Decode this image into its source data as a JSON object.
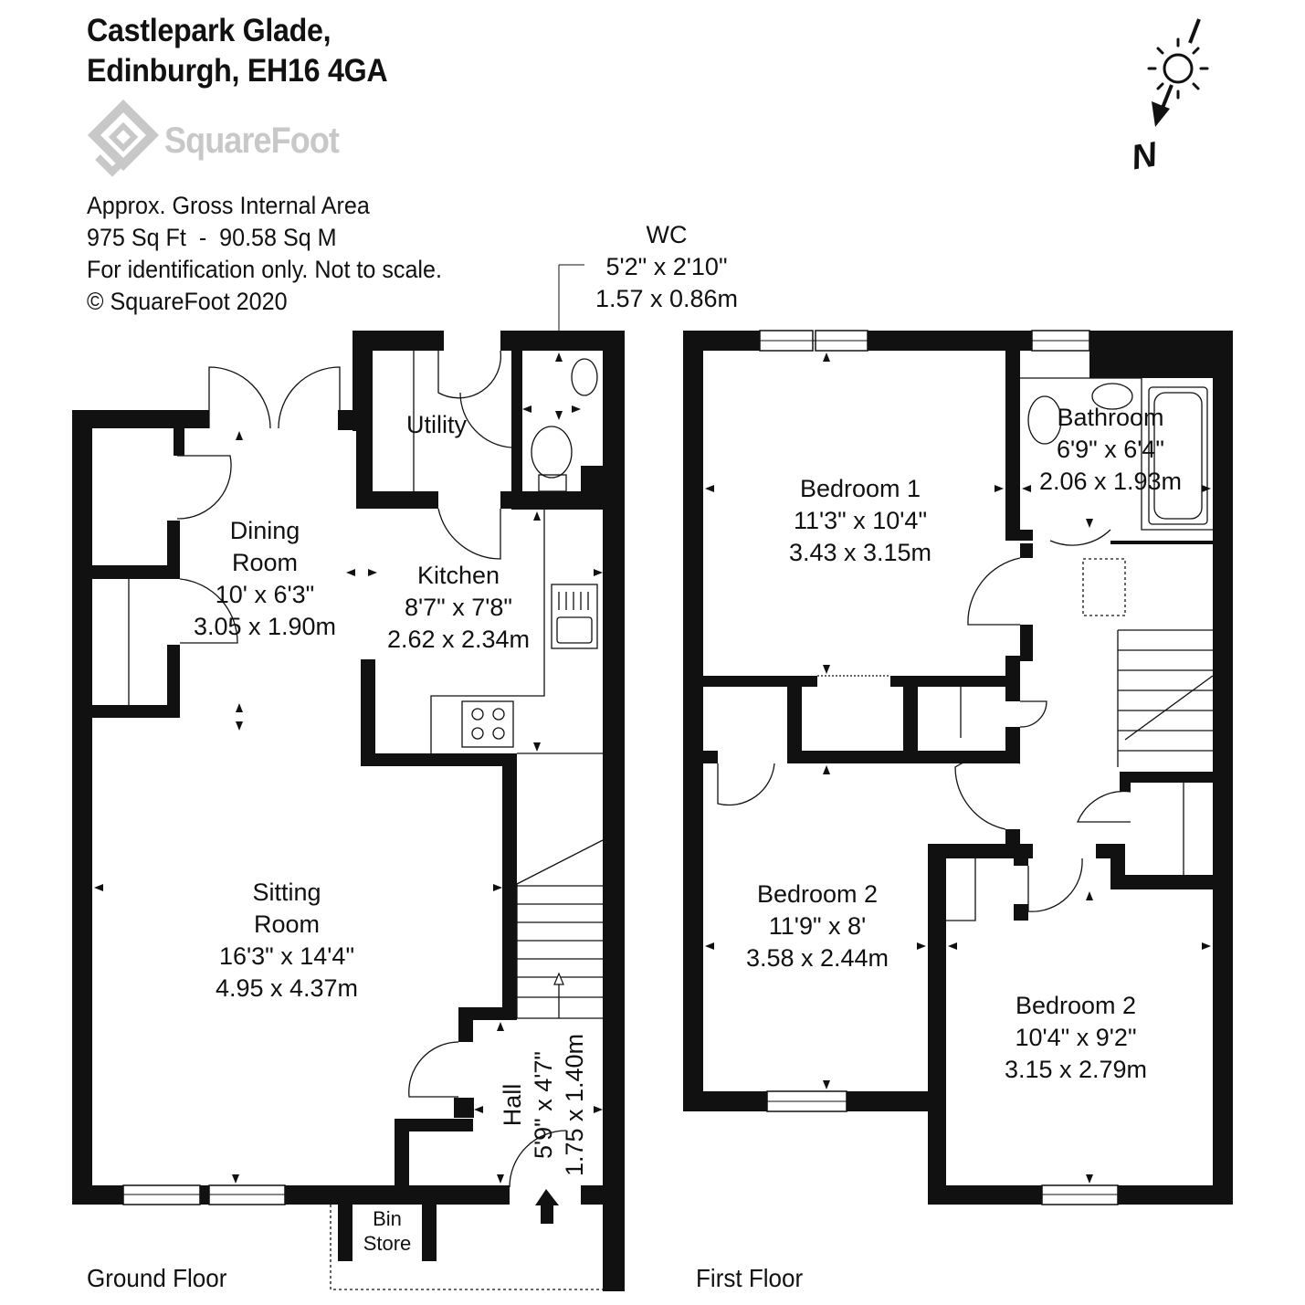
{
  "header": {
    "address_line1": "Castlepark Glade,",
    "address_line2": "Edinburgh, EH16 4GA"
  },
  "brand": {
    "logo_text": "SquareFoot"
  },
  "info": {
    "line1": "Approx. Gross Internal Area",
    "line2": "975 Sq Ft  -  90.58 Sq M",
    "line3": "For identification only. Not to scale.",
    "line4": "© SquareFoot 2020"
  },
  "compass": {
    "label": "N"
  },
  "rooms": {
    "wc": {
      "name": "WC",
      "imperial": "5'2\" x 2'10\"",
      "metric": "1.57 x 0.86m"
    },
    "utility": {
      "name": "Utility"
    },
    "dining": {
      "name1": "Dining",
      "name2": "Room",
      "imperial": "10' x 6'3\"",
      "metric": "3.05 x 1.90m"
    },
    "kitchen": {
      "name": "Kitchen",
      "imperial": "8'7\" x 7'8\"",
      "metric": "2.62 x 2.34m"
    },
    "sitting": {
      "name1": "Sitting",
      "name2": "Room",
      "imperial": "16'3\" x 14'4\"",
      "metric": "4.95 x 4.37m"
    },
    "hall": {
      "name": "Hall",
      "imperial": "5'9\" x 4'7\"",
      "metric": "1.75 x 1.40m"
    },
    "bin": {
      "name1": "Bin",
      "name2": "Store"
    },
    "bedroom1": {
      "name": "Bedroom 1",
      "imperial": "11'3\" x 10'4\"",
      "metric": "3.43 x 3.15m"
    },
    "bathroom": {
      "name": "Bathroom",
      "imperial": "6'9\" x 6'4\"",
      "metric": "2.06 x 1.93m"
    },
    "bedroom2a": {
      "name": "Bedroom 2",
      "imperial": "11'9\" x 8'",
      "metric": "3.58 x 2.44m"
    },
    "bedroom2b": {
      "name": "Bedroom 2",
      "imperial": "10'4\" x 9'2\"",
      "metric": "3.15 x 2.79m"
    }
  },
  "floors": {
    "ground": "Ground Floor",
    "first": "First Floor"
  }
}
